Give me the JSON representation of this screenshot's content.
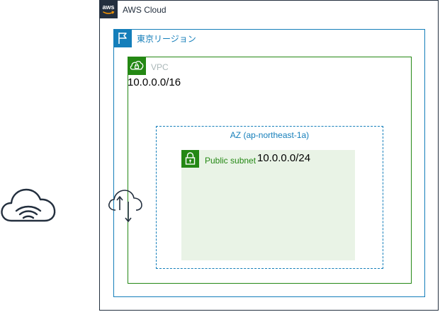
{
  "diagram": {
    "aws_cloud": {
      "label": "AWS Cloud",
      "logo_text": "aws"
    },
    "region": {
      "label": "東京リージョン"
    },
    "vpc": {
      "label": "VPC",
      "cidr": "10.0.0.0/16"
    },
    "az": {
      "label": "AZ (ap-northeast-1a)"
    },
    "public_subnet": {
      "label": "Public subnet",
      "cidr": "10.0.0.0/24"
    },
    "icons": {
      "internet": "internet-cloud-icon",
      "gateway": "internet-gateway-icon",
      "region": "region-flag-icon",
      "vpc": "vpc-cloud-lock-icon",
      "subnet": "padlock-icon"
    }
  },
  "colors": {
    "aws_cloud": "#232f3e",
    "region": "#147eba",
    "vpc": "#248814",
    "vpc_label": "#aab7b8",
    "subnet_fill": "#e9f3e6",
    "icon_stroke": "#232f3e"
  }
}
